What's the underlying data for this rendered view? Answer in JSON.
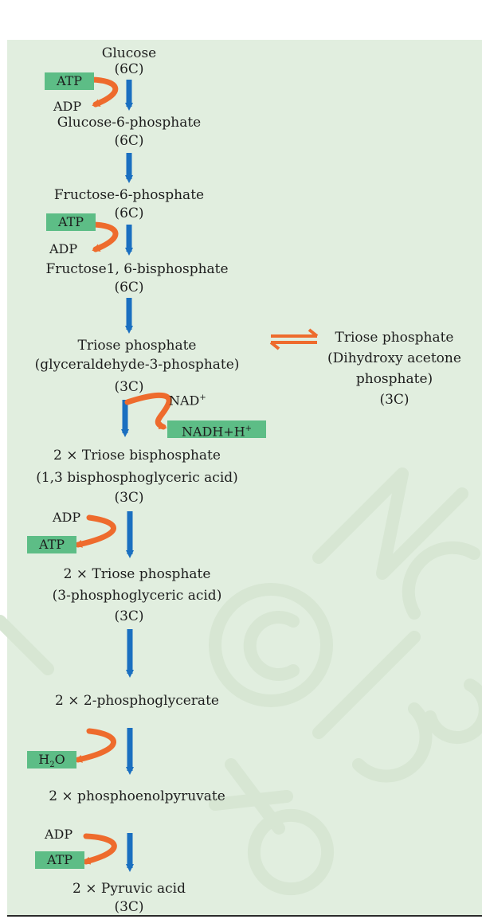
{
  "colors": {
    "background": "#e1eedf",
    "main_arrow": "#1a6fc0",
    "side_arrow": "#ee6b2d",
    "box_fill": "#5dbd86",
    "watermark": "#d7e6d3"
  },
  "watermark": {
    "text": "© NCERT not to be republished"
  },
  "pathway": {
    "glucose": "Glucose",
    "glucose_c": "(6C)",
    "g6p": "Glucose-6-phosphate",
    "g6p_c": "(6C)",
    "f6p": "Fructose-6-phosphate",
    "f6p_c": "(6C)",
    "f16bp": "Fructose1, 6-bisphosphate",
    "f16bp_c": "(6C)",
    "triose": "Triose phosphate",
    "triose_sub": "(glyceraldehyde-3-phosphate)",
    "triose_c": "(3C)",
    "bis": "2 × Triose bisphosphate",
    "bis_sub": "(1,3 bisphosphoglyceric acid)",
    "bis_c": "(3C)",
    "tp2": "2 × Triose phosphate",
    "tp2_sub": "(3-phosphoglyceric acid)",
    "tp2_c": "(3C)",
    "pg2": "2 × 2-phosphoglycerate",
    "pep": "2 × phosphoenolpyruvate",
    "pyr": "2 × Pyruvic acid",
    "pyr_c": "(3C)"
  },
  "side": {
    "atp1": "ATP",
    "adp1": "ADP",
    "atp2": "ATP",
    "adp2": "ADP",
    "nad": "NAD",
    "nad_sup": "+",
    "nadh": "NADH+H",
    "nadh_sup": "+",
    "adp3": "ADP",
    "atp3": "ATP",
    "h2o_a": "H",
    "h2o_sub": "2",
    "h2o_b": "O",
    "adp4": "ADP",
    "atp4": "ATP"
  },
  "isomer": {
    "line1": "Triose phosphate",
    "line2": "(Dihydroxy acetone",
    "line3": "phosphate)",
    "line4": "(3C)"
  }
}
